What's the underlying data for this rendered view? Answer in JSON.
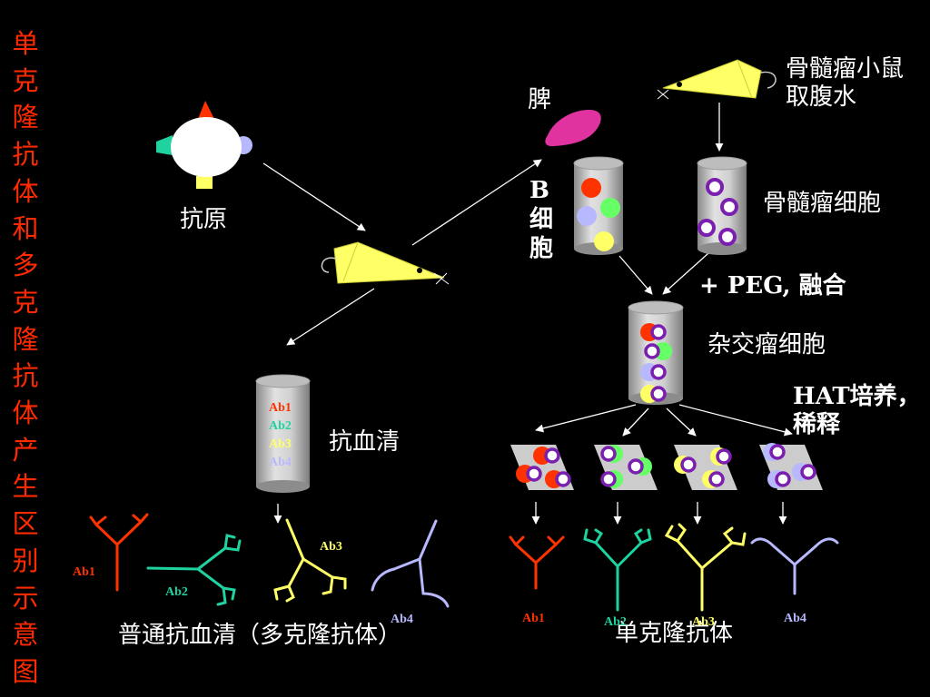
{
  "title": "单克隆抗体和多克隆抗体产生区别示意图",
  "labels": {
    "antigen": "抗原",
    "spleen": "脾",
    "b_cell": "B细胞",
    "myeloma_mouse": "骨髓瘤小鼠\n取腹水",
    "myeloma_cells": "骨髓瘤细胞",
    "peg_fusion": "+ PEG, 融合",
    "hybridoma": "杂交瘤细胞",
    "hat_culture": "HAT培养，\n稀释",
    "antiserum": "抗血清",
    "polyclonal": "普通抗血清（多克隆抗体）",
    "monoclonal": "单克隆抗体"
  },
  "tube_antibodies": [
    "Ab1",
    "Ab2",
    "Ab3",
    "Ab4"
  ],
  "polyclonal_antibodies": [
    "Ab1",
    "Ab2",
    "Ab3",
    "Ab4"
  ],
  "monoclonal_antibodies": [
    "Ab1",
    "Ab2",
    "Ab3",
    "Ab4"
  ],
  "colors": {
    "background": "#000000",
    "title": "#ff2a00",
    "ab1": "#ff3300",
    "ab2": "#1ed3a0",
    "ab3": "#ffff66",
    "ab4": "#b8b8ff",
    "mouse": "#ffff66",
    "spleen": "#e0339f",
    "myeloma_ring": "#7a1fb0"
  }
}
